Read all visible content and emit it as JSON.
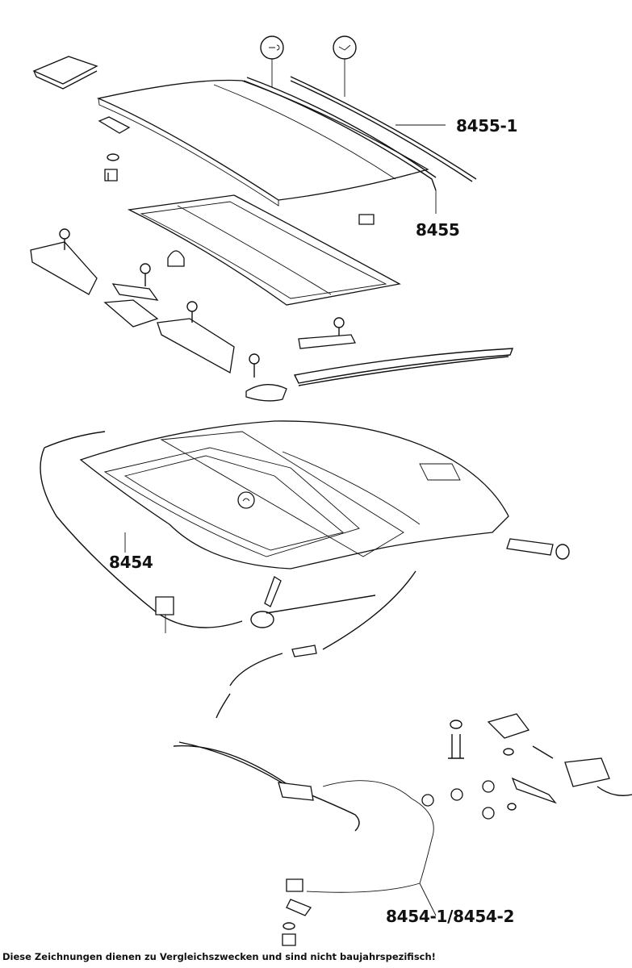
{
  "diagram": {
    "part_labels": {
      "p8455_1": "8455-1",
      "p8455": "8455",
      "p8454": "8454",
      "p8454_1_2": "8454-1/8454-2"
    },
    "footer_note": "Diese Zeichnungen dienen zu Vergleichszwecken und sind nicht baujahrspezifisch!"
  }
}
